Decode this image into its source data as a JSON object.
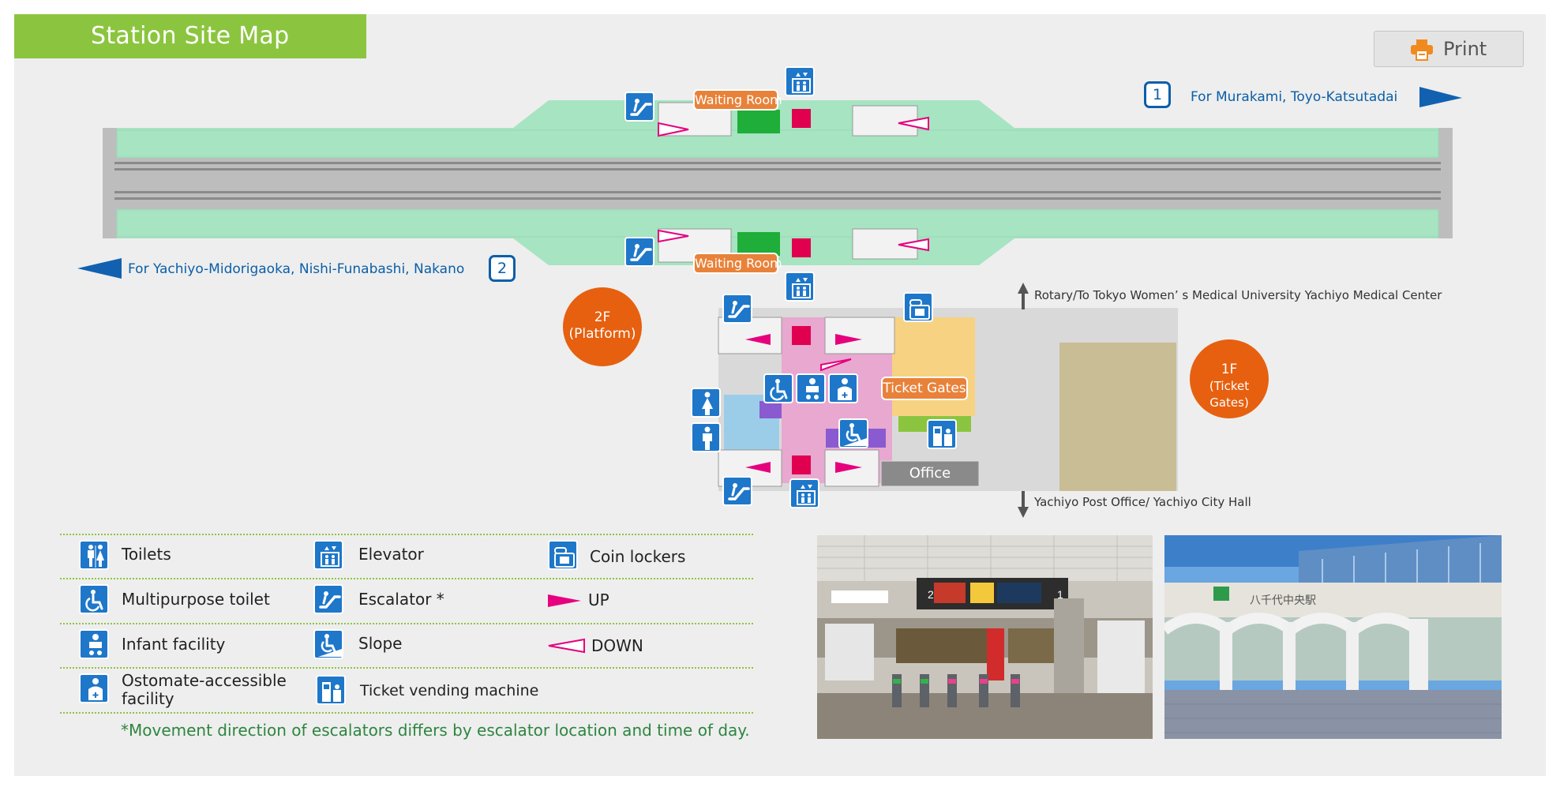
{
  "header": {
    "title": "Station Site Map",
    "print_label": "Print"
  },
  "directions": {
    "track1": {
      "number": "1",
      "text": "For Murakami, Toyo-Katsutadai"
    },
    "track2": {
      "number": "2",
      "text": "For Yachiyo-Midorigaoka, Nishi-Funabashi, Nakano"
    },
    "north": "Rotary/To Tokyo Women’ s Medical University Yachiyo Medical Center",
    "south": "Yachiyo Post Office/ Yachiyo City Hall"
  },
  "map_labels": {
    "waiting_room": "Waiting Room",
    "ticket_gates": "Ticket Gates",
    "office": "Office",
    "floor_2f_line1": "2F",
    "floor_2f_line2": "(Platform)",
    "floor_1f_line1": "1F",
    "floor_1f_line2": "(Ticket Gates)"
  },
  "legend": {
    "toilets": "Toilets",
    "elevator": "Elevator",
    "coin_lockers": "Coin lockers",
    "multipurpose_toilet": "Multipurpose toilet",
    "escalator": "Escalator *",
    "up": "UP",
    "infant_facility": "Infant facility",
    "slope": "Slope",
    "down": "DOWN",
    "ostomate": "Ostomate-accessible facility",
    "ticket_vending": "Ticket vending machine"
  },
  "footnote": "*Movement direction of escalators differs by escalator location and time of day.",
  "photo_signs": {
    "gate_left": "2",
    "gate_right": "1",
    "building_sign": "八千代中央駅"
  },
  "colors": {
    "title_green": "#8bc53f",
    "platform_green": "#a6e4c2",
    "icon_blue": "#1e77c9",
    "up_arrow_pink": "#e6007e",
    "floor_orange": "#e6600f",
    "label_orange": "#e8823a",
    "direction_blue": "#0b5fa8",
    "footnote_green": "#2e8540"
  }
}
